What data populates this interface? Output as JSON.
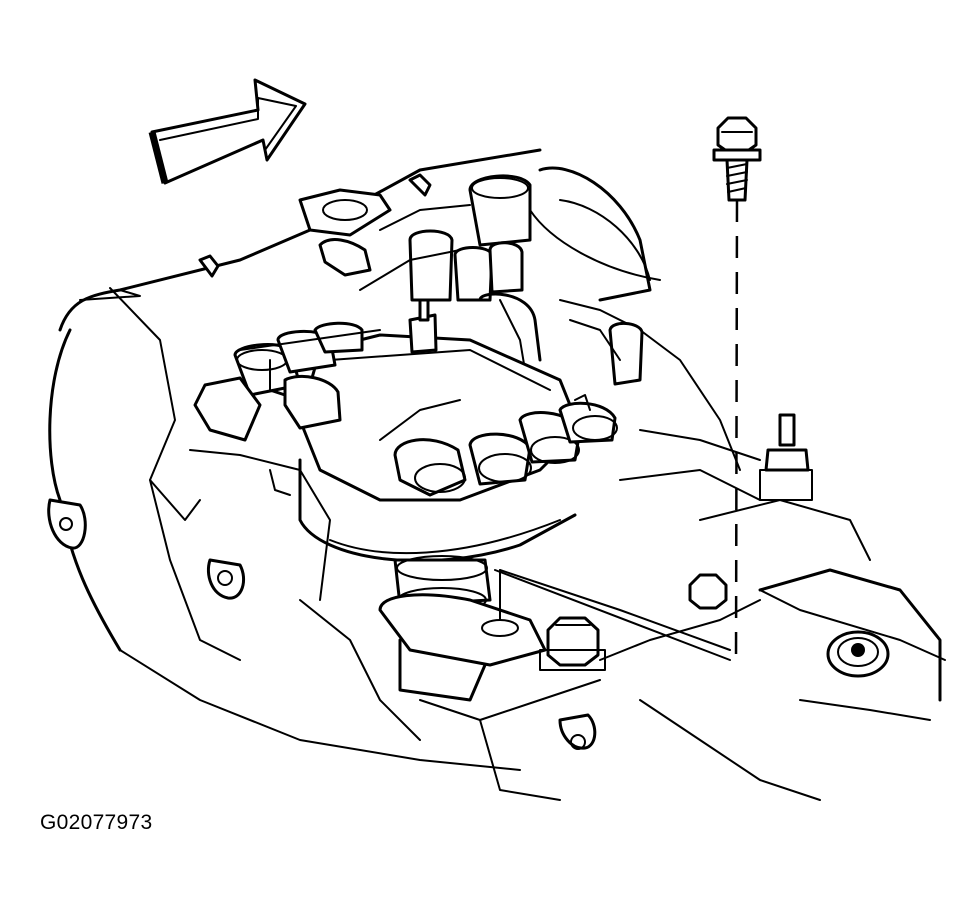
{
  "figure": {
    "id_label": "G02077973",
    "components": [
      "direction-arrow",
      "engine-block",
      "intake-manifold",
      "distributor-cap",
      "spark-plug-boots",
      "distributor-housing",
      "mounting-bolt",
      "hold-down-bolt",
      "drain-plug"
    ]
  }
}
